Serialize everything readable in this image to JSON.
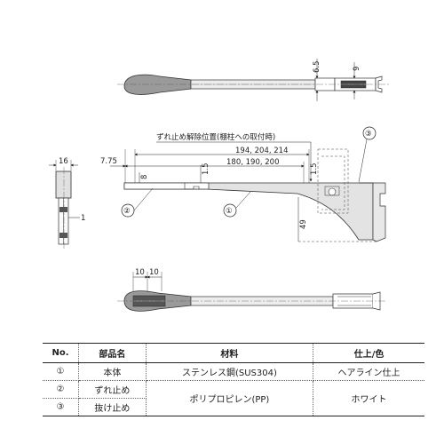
{
  "top_view": {
    "dim_thickness": "6.5",
    "dim_tip": "9"
  },
  "side_view": {
    "label_release": "ずれ止め解除位置(棚柱への取付時)",
    "dim_lengths_a": "194, 204, 214",
    "dim_lengths_b": "180, 190, 200",
    "dim_offset": "7.75",
    "dim_8": "8",
    "dim_15a": "1.5",
    "dim_15b": "1.5",
    "dim_height": "49",
    "callout_1": "①",
    "callout_2": "②",
    "callout_3": "③"
  },
  "end_view": {
    "dim_width": "16",
    "dim_1": "1"
  },
  "bottom_view": {
    "dim_10a": "10",
    "dim_10b": "10"
  },
  "parts_table": {
    "headers": [
      "No.",
      "部品名",
      "材料",
      "仕上/色"
    ],
    "rows": [
      {
        "no": "①",
        "name": "本体",
        "material": "ステンレス鋼(SUS304)",
        "finish": "ヘアライン仕上"
      },
      {
        "no": "②",
        "name": "ずれ止め",
        "material": "ポリプロピレン(PP)",
        "finish": "ホワイト"
      },
      {
        "no": "③",
        "name": "抜け止め",
        "material": "",
        "finish": ""
      }
    ]
  }
}
